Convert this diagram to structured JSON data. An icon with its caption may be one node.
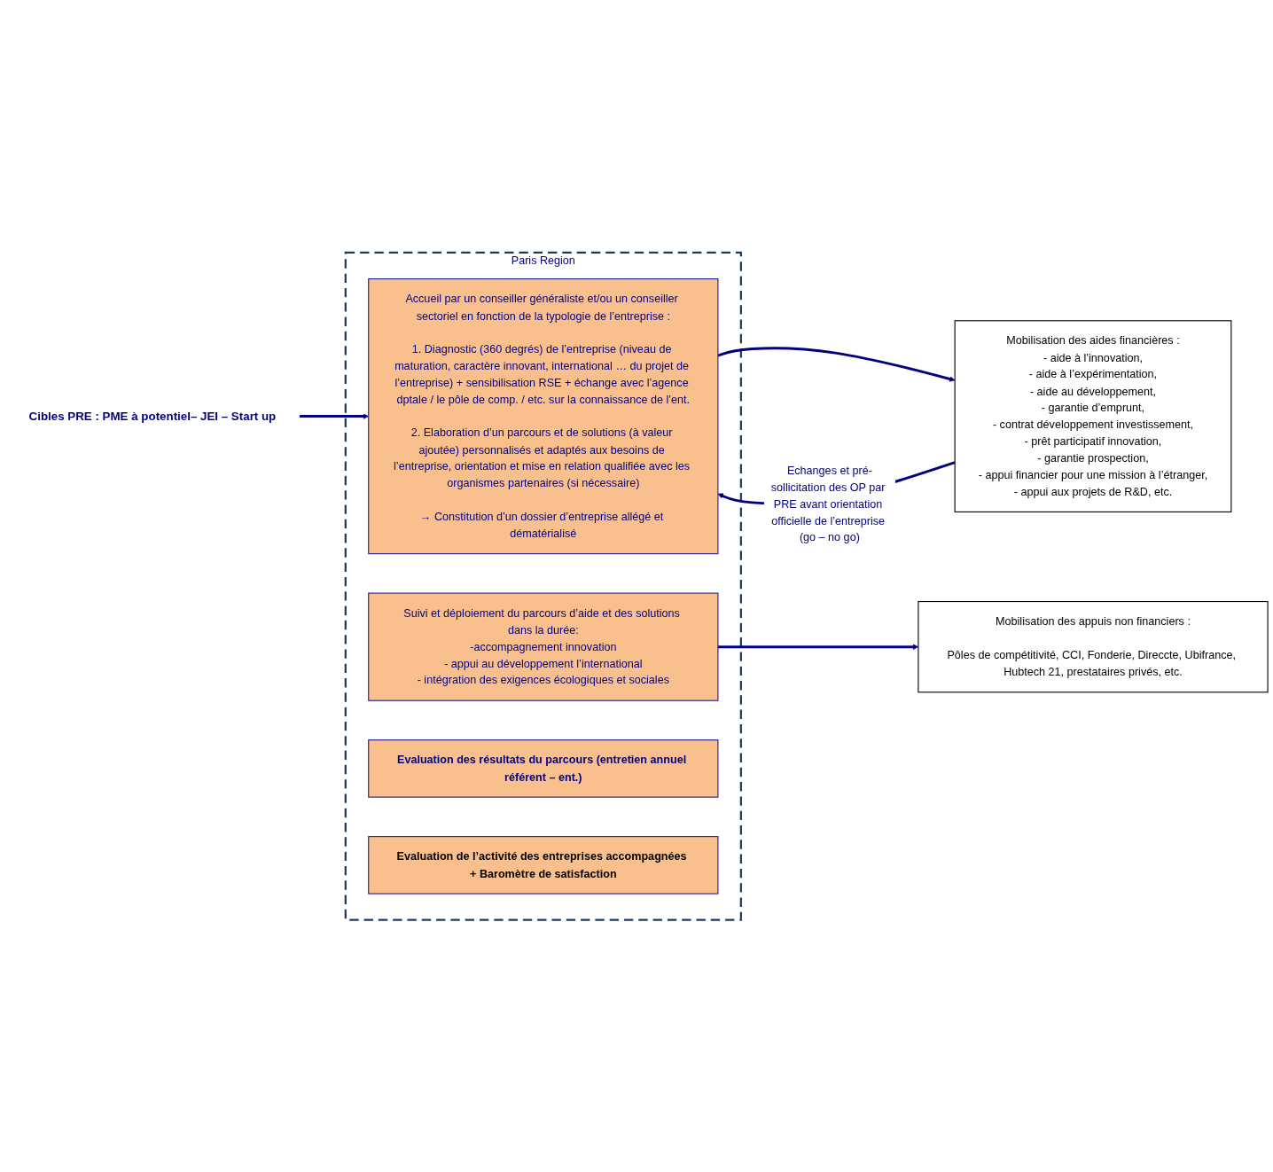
{
  "diagram": {
    "nodes": [
      {
        "text": [
          "Cibles PRE : PME à potentiel– JEI – Start up"
        ]
      },
      {
        "text": [
          "Paris Region"
        ]
      },
      {
        "text": [
          "Accueil par un conseiller généraliste et/ou un conseiller sectoriel en fonction de la typologie de l’entreprise :",
          "1. Diagnostic (360 degrés) de l’entreprise (niveau de maturation, caractère innovant, international … du projet de l’entreprise) + sensibilisation RSE + échange avec l’agence dptale / le pôle de comp. / etc. sur la connaissance de l’ent.",
          "2. Elaboration d’un parcours et de solutions (à valeur ajoutée) personnalisés et adaptés aux besoins de l’entreprise, orientation et mise en relation qualifiée avec les organismes partenaires (si nécessaire)",
          "→ Constitution d’un dossier d’entreprise allégé et dématérialisé"
        ],
        "in": 1
      },
      {
        "text": [
          "Suivi et déploiement du parcours d’aide et des solutions dans la durée:",
          "-accompagnement innovation",
          "- appui au développement l’international",
          "- intégration des exigences écologiques et sociales"
        ],
        "in": 1
      },
      {
        "text": [
          "Evaluation des résultats du parcours (entretien annuel référent – ent.)"
        ],
        "in": 1
      },
      {
        "text": [
          "Evaluation de l’activité des entreprises accompagnées + Baromètre de satisfaction"
        ],
        "in": 1
      },
      {
        "text": [
          "Mobilisation des aides financières :",
          "- aide à l’innovation,",
          "- aide à l’expérimentation,",
          "- aide au développement,",
          "- garantie d’emprunt,",
          "- contrat développement investissement,",
          "- prêt participatif innovation,",
          "- garantie prospection,",
          "- appui financier pour une mission à l’étranger,",
          "- appui aux projets de R&D, etc."
        ]
      },
      {
        "text": [
          "Mobilisation des appuis non financiers :",
          "Pôles de compétitivité, CCI, Fonderie, Direccte, Ubifrance, Hubtech 21, prestataires privés, etc."
        ]
      }
    ],
    "edges": [
      {
        "from": 0,
        "to": 2,
        "arrow": "to"
      },
      {
        "from": 2,
        "to": 6,
        "arrow": "to"
      },
      {
        "from": 6,
        "to": 2,
        "arrow": "to",
        "label": "Echanges et pré-sollicitation des OP par PRE avant orientation officielle de l’entreprise (go – no go)"
      },
      {
        "from": 3,
        "to": 7,
        "arrow": "to"
      }
    ]
  }
}
